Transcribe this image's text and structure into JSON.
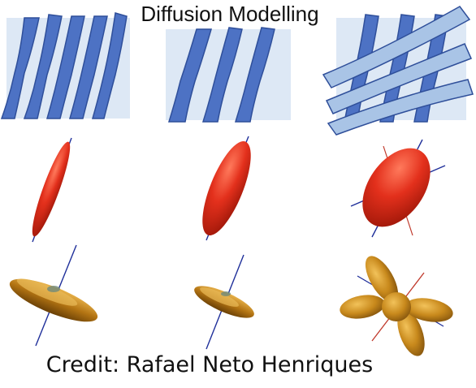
{
  "title": "Diffusion Modelling",
  "credit": "Credit: Rafael Neto Henriques",
  "colors": {
    "panel_background": "#dde8f5",
    "fiber_fill": "#4d72c4",
    "fiber_stroke": "#2f4f9a",
    "crossing_fiber_fill": "#a9c4e6",
    "crossing_fiber_stroke": "#2f4f9a",
    "tensor_red": "#e0301e",
    "axis_blue": "#1f2f9a",
    "axis_red": "#c0392b",
    "odf_gold": "#c8891c"
  },
  "columns": [
    {
      "fiber_panel": "dense-parallel-fibers",
      "tensor": "highly-anisotropic-ellipsoid",
      "odf": "single-direction-disc"
    },
    {
      "fiber_panel": "sparse-parallel-fibers",
      "tensor": "moderately-anisotropic-ellipsoid",
      "odf": "single-direction-disc"
    },
    {
      "fiber_panel": "crossing-fibers",
      "tensor": "near-isotropic-ellipsoid",
      "odf": "crossing-lobes"
    }
  ]
}
